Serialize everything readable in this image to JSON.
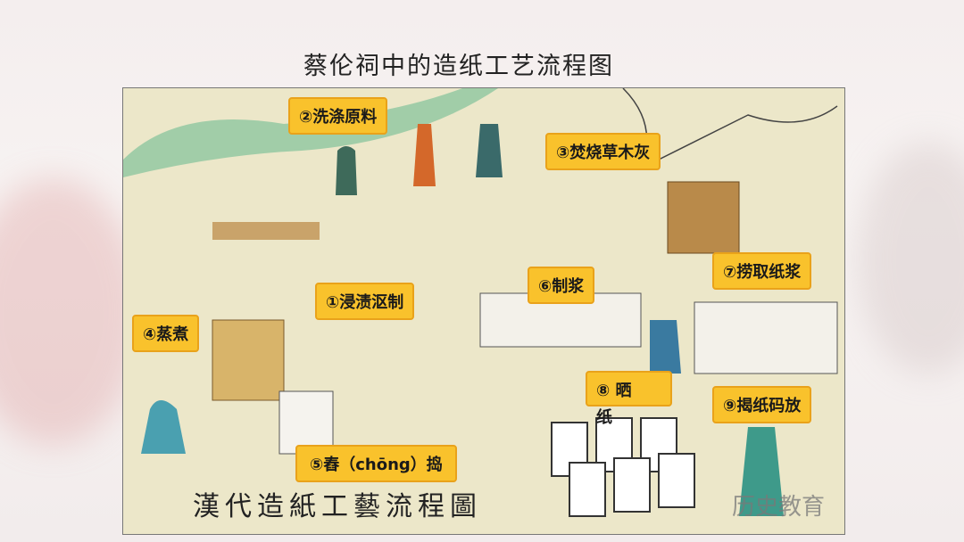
{
  "title": "蔡伦祠中的造纸工艺流程图",
  "illustration": {
    "caption": "漢代造紙工藝流程圖",
    "steps": [
      {
        "label": "①浸渍沤制"
      },
      {
        "label": "②洗涤原料"
      },
      {
        "label": "③焚烧草木灰"
      },
      {
        "label": "④蒸煮"
      },
      {
        "label": "⑤舂（chōng）捣"
      },
      {
        "label": "⑥制浆"
      },
      {
        "label": "⑦捞取纸浆"
      },
      {
        "label_line1": "⑧ 晒",
        "label_line2": "纸"
      },
      {
        "label": "⑨揭纸码放"
      }
    ]
  },
  "watermark": "历史教育"
}
